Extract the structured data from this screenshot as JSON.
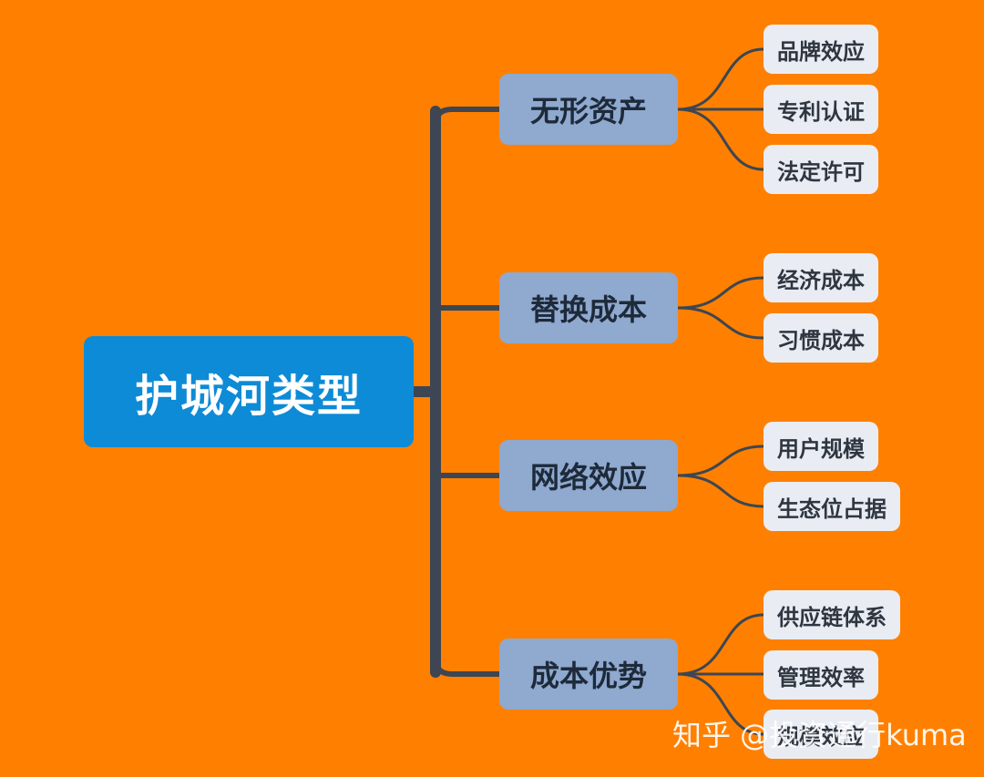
{
  "root": {
    "label": "护城河类型"
  },
  "branches": [
    {
      "label": "无形资产",
      "children": [
        "品牌效应",
        "专利认证",
        "法定许可"
      ]
    },
    {
      "label": "替换成本",
      "children": [
        "经济成本",
        "习惯成本"
      ]
    },
    {
      "label": "网络效应",
      "children": [
        "用户规模",
        "生态位占据"
      ]
    },
    {
      "label": "成本优势",
      "children": [
        "供应链体系",
        "管理效率",
        "规模效应"
      ]
    }
  ],
  "watermark": "知乎 @投资通行kuma",
  "colors": {
    "background": "#ff8000",
    "root": "#0d8bd6",
    "branch": "#8fa9cf",
    "leaf": "#e9edf3",
    "connector": "#3d4652"
  }
}
